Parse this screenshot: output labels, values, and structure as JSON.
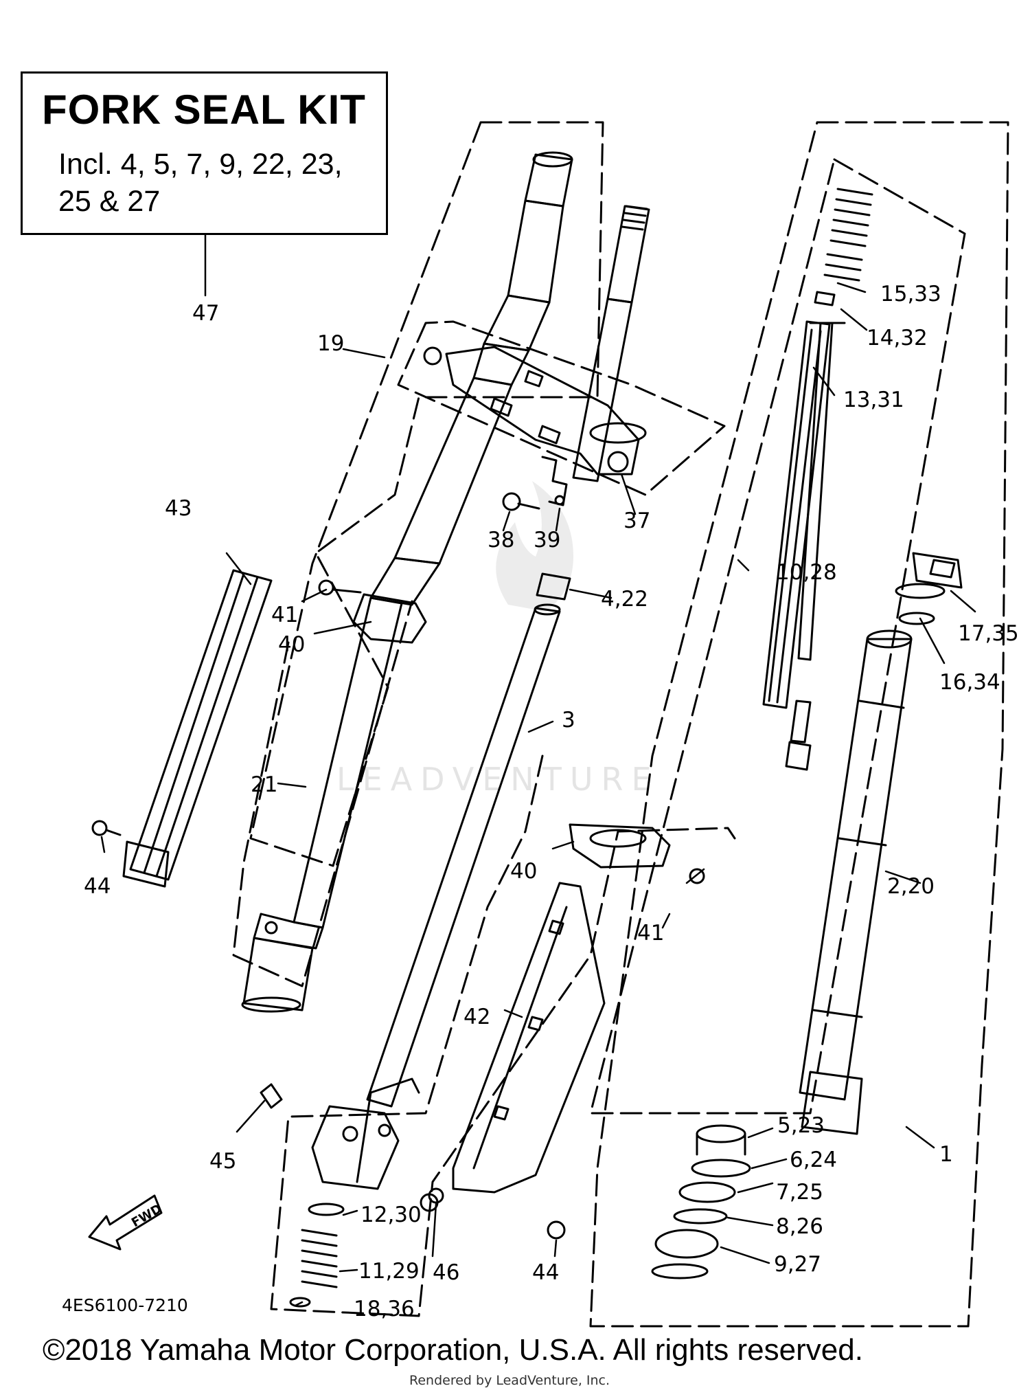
{
  "callout": {
    "title": "FORK SEAL KIT",
    "line1": "Incl. 4, 5, 7, 9, 22, 23,",
    "line2": "25 & 27"
  },
  "labels": {
    "p47": "47",
    "p19": "19",
    "p43": "43",
    "p41a": "41",
    "p40a": "40",
    "p21": "21",
    "p44a": "44",
    "p38": "38",
    "p39": "39",
    "p37": "37",
    "p4_22": "4,22",
    "p3": "3",
    "p15_33": "15,33",
    "p14_32": "14,32",
    "p13_31": "13,31",
    "p10_28": "10,28",
    "p17_35": "17,35",
    "p16_34": "16,34",
    "p2_20": "2,20",
    "p40b": "40",
    "p41b": "41",
    "p42": "42",
    "p45": "45",
    "p12_30": "12,30",
    "p11_29": "11,29",
    "p18_36": "18,36",
    "p46": "46",
    "p44b": "44",
    "p5_23": "5,23",
    "p6_24": "6,24",
    "p7_25": "7,25",
    "p8_26": "8,26",
    "p9_27": "9,27",
    "p1": "1"
  },
  "fwd_label": "FWD",
  "diagram_code": "4ES6100-7210",
  "watermark": "LEADVENTURE",
  "copyright": "©2018 Yamaha Motor Corporation, U.S.A. All rights reserved.",
  "rendered_by": "Rendered by LeadVenture, Inc."
}
